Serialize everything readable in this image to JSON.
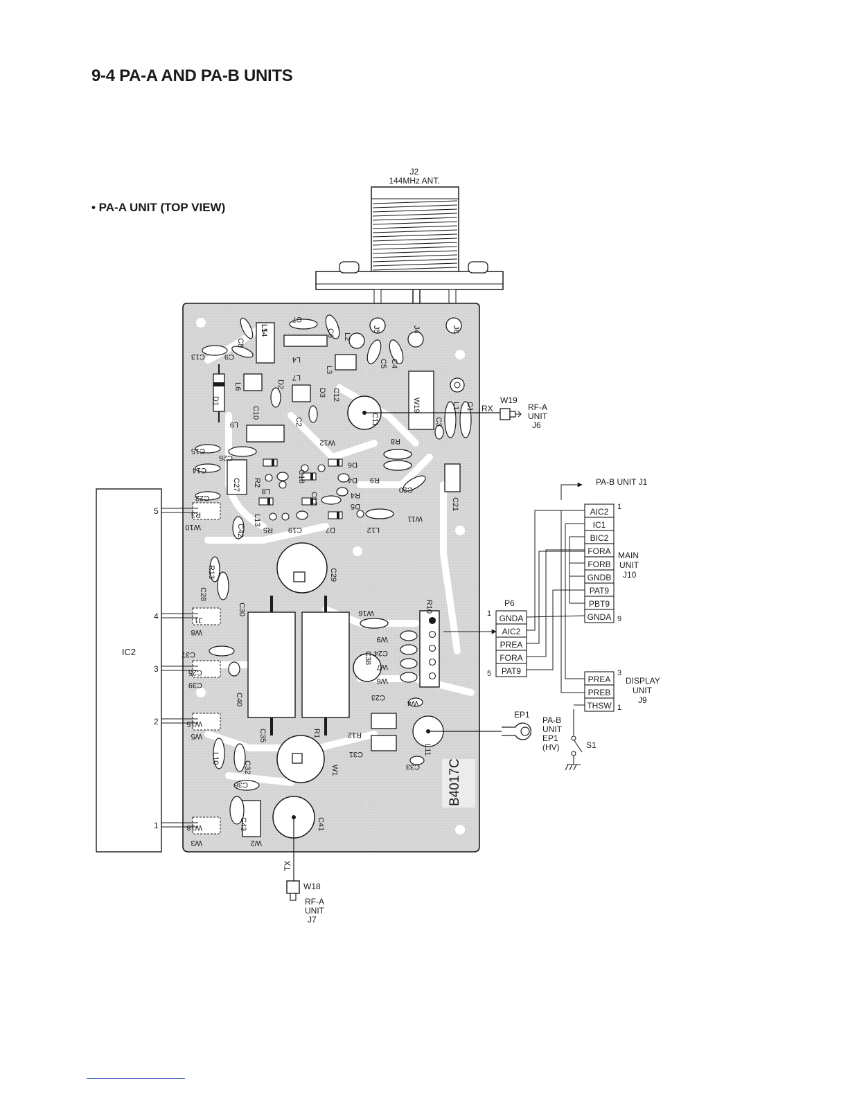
{
  "header": {
    "section_title": "9-4  PA-A AND PA-B UNITS",
    "unit_title": "• PA-A UNIT (TOP VIEW)"
  },
  "antenna": {
    "ref": "J2",
    "label": "144MHz ANT."
  },
  "board": {
    "id_mark": "B4017C",
    "components": [
      "L5",
      "C7",
      "C8",
      "C9",
      "C13",
      "C6",
      "L2",
      "J5",
      "J4",
      "J6",
      "L4",
      "C5",
      "C4",
      "L3",
      "L6",
      "D2",
      "L7",
      "D3",
      "C12",
      "D1",
      "C10",
      "C11",
      "W19",
      "L1",
      "C1",
      "C3",
      "C2",
      "L9",
      "W12",
      "R8",
      "C15",
      "C26",
      "D6",
      "R9",
      "C14",
      "R2",
      "C18",
      "D4",
      "C20",
      "C27",
      "L8",
      "R4",
      "C22",
      "C17",
      "D5",
      "C21",
      "L13",
      "R3",
      "C42",
      "W11",
      "W10",
      "R5",
      "C19",
      "D7",
      "L12",
      "R13",
      "C29",
      "C28",
      "C30",
      "W16",
      "R10",
      "J1",
      "W9",
      "W8",
      "C37",
      "C24",
      "C38",
      "C25",
      "W7",
      "W6",
      "C39",
      "C40",
      "C23",
      "W15",
      "W5",
      "W4",
      "C35",
      "R1",
      "R12",
      "L10",
      "C32",
      "C31",
      "L11",
      "W1",
      "C33",
      "C36",
      "C43",
      "C41",
      "W18",
      "W3",
      "W2",
      "L14"
    ]
  },
  "ic": {
    "label": "IC2",
    "pins": [
      "5",
      "4",
      "3",
      "2",
      "1"
    ]
  },
  "rx_conn": {
    "signal": "RX",
    "wire": "W19",
    "dest": [
      "RF-A",
      "UNIT",
      "J6"
    ]
  },
  "tx_conn": {
    "signal": "TX",
    "wire": "W18",
    "dest": [
      "RF-A",
      "UNIT",
      "J7"
    ]
  },
  "pa_b_link": "PA-B UNIT J1",
  "main_unit": {
    "pins": [
      "AIC2",
      "IC1",
      "BIC2",
      "FORA",
      "FORB",
      "GNDB",
      "PAT9",
      "PBT9",
      "GNDA"
    ],
    "first": "1",
    "last": "9",
    "label": [
      "MAIN",
      "UNIT",
      "J10"
    ]
  },
  "p6": {
    "ref": "P6",
    "pins": [
      "GNDA",
      "AIC2",
      "PREA",
      "FORA",
      "PAT9"
    ],
    "first": "1",
    "last": "5"
  },
  "display_unit": {
    "pins": [
      "PREA",
      "PREB",
      "THSW"
    ],
    "first": "3",
    "last": "1",
    "label": [
      "DISPLAY",
      "UNIT",
      "J9"
    ]
  },
  "ep1": {
    "ref": "EP1",
    "dest": [
      "PA-B",
      "UNIT",
      "EP1",
      "(HV)"
    ]
  },
  "switch": {
    "ref": "S1"
  }
}
